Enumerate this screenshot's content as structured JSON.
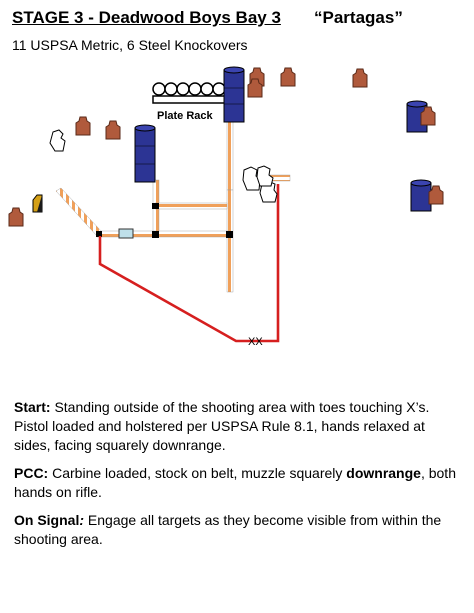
{
  "header": {
    "title": "STAGE 3 - Deadwood Boys Bay 3",
    "stage_name": "“Partagas”",
    "subtitle": "11 USPSA Metric, 6 Steel Knockovers"
  },
  "diagram": {
    "plate_rack_label": "Plate Rack",
    "start_marks": "XX",
    "colors": {
      "target": "#b05a3c",
      "target_outline": "#5a2a18",
      "barrel": "#2c3494",
      "fault_line": "#d61f1f",
      "wall_orange": "#f0a05a",
      "wall_white": "#ffffff",
      "window": "#bfe0ea",
      "no_shoot": "#ffffff",
      "popper": "#1a1a1a",
      "popper_gold": "#d4a017"
    }
  },
  "instructions": {
    "start_label": "Start:",
    "start_text": " Standing outside of the shooting area with toes touching X’s. Pistol loaded and holstered per USPSA Rule 8.1, hands relaxed at sides, facing squarely downrange.",
    "pcc_label": "PCC:",
    "pcc_text_1": " Carbine loaded, stock on belt, muzzle squarely ",
    "pcc_bold": "downrange",
    "pcc_text_2": ", both hands on rifle.",
    "signal_label": "On Signal",
    "signal_colon": ":",
    "signal_text": " Engage all targets as they become visible from within the shooting area."
  }
}
